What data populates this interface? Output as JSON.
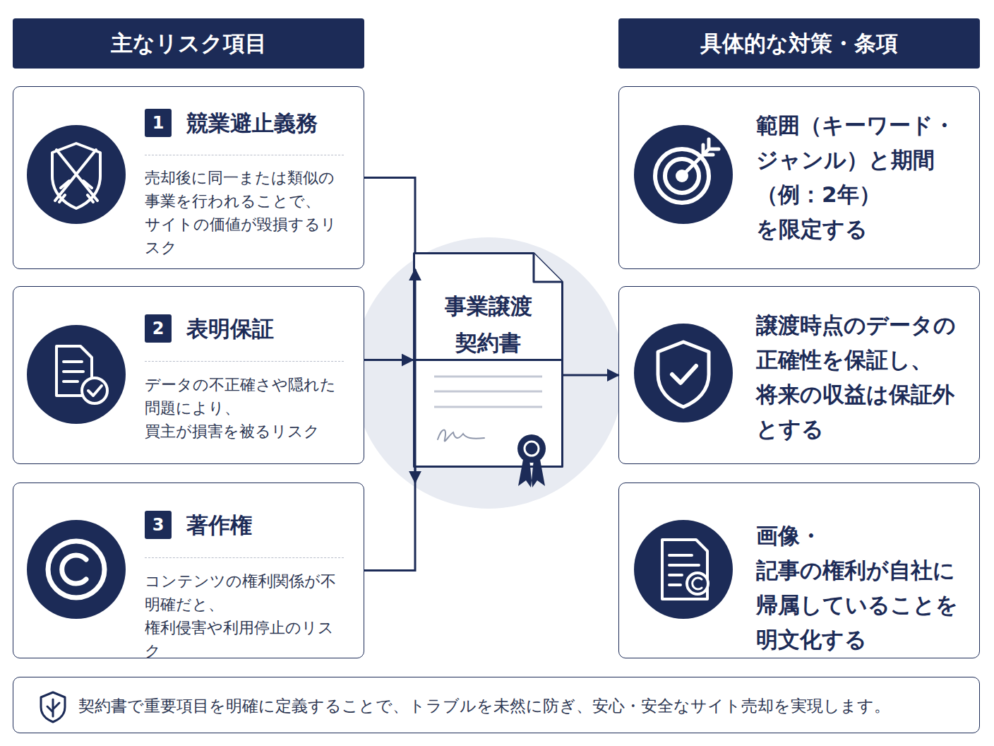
{
  "diagram": {
    "nodes": [
      {
        "text": [
          "主なリスク項目"
        ]
      },
      {
        "text": [
          "具体的な対策・条項"
        ]
      },
      {
        "text": [
          "競業避止義務",
          "売却後に同一または類似の事業を行われることで、サイトの価値が毀損するリスク"
        ]
      },
      {
        "text": [
          "1"
        ],
        "in": 2
      },
      {
        "text": [
          "表明保証",
          "データの不正確さや隠れた問題により、買主が損害を被るリスク"
        ]
      },
      {
        "text": [
          "2"
        ],
        "in": 4
      },
      {
        "text": [
          "著作権",
          "コンテンツの権利関係が不明確だと、権利侵害や利用停止のリスク"
        ]
      },
      {
        "text": [
          "3"
        ],
        "in": 6
      },
      {
        "text": [
          "事業譲渡 契約書"
        ]
      },
      {
        "text": [
          "範囲（キーワード・ジャンル）と期間（例：2年）を限定する"
        ]
      },
      {
        "text": [
          "譲渡時点のデータの正確性を保証し、将来の収益は保証外とする"
        ]
      },
      {
        "text": [
          "画像・記事の権利が自社に帰属していることを明文化する"
        ]
      },
      {
        "text": [
          "契約書で重要項目を明確に定義することで、トラブルを未然に防ぎ、安心・安全なサイト売却を実現します。"
        ]
      }
    ],
    "edges": [
      {
        "from": 2,
        "to": 8,
        "arrow": "none"
      },
      {
        "from": 4,
        "to": 8,
        "arrow": "to"
      },
      {
        "from": 6,
        "to": 8,
        "arrow": "none"
      },
      {
        "from": 8,
        "to": 9,
        "arrow": "to"
      },
      {
        "from": 8,
        "to": 10,
        "arrow": "to"
      },
      {
        "from": 8,
        "to": 11,
        "arrow": "to"
      }
    ]
  }
}
